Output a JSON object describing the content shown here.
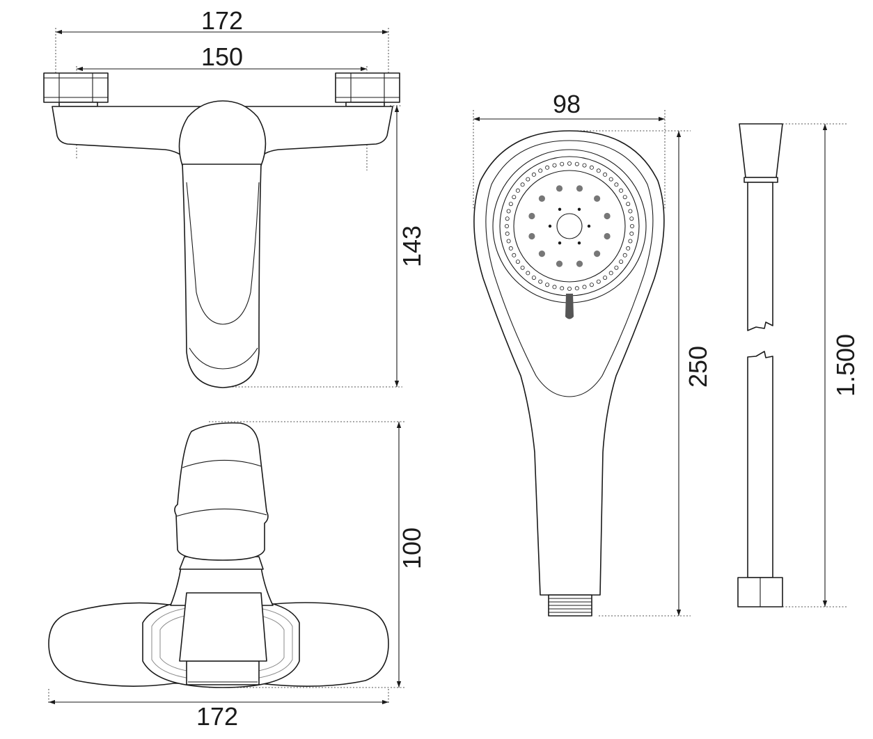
{
  "dimensions": {
    "faucet_top_width": "172",
    "faucet_inlet_spacing": "150",
    "faucet_height": "143",
    "faucet_depth": "100",
    "faucet_bottom_width": "172",
    "shower_head_width": "98",
    "shower_head_length": "250",
    "hose_length": "1.500"
  },
  "colors": {
    "line": "#1a1a1a",
    "nozzle": "#777777",
    "slider": "#555555",
    "background": "#ffffff"
  }
}
